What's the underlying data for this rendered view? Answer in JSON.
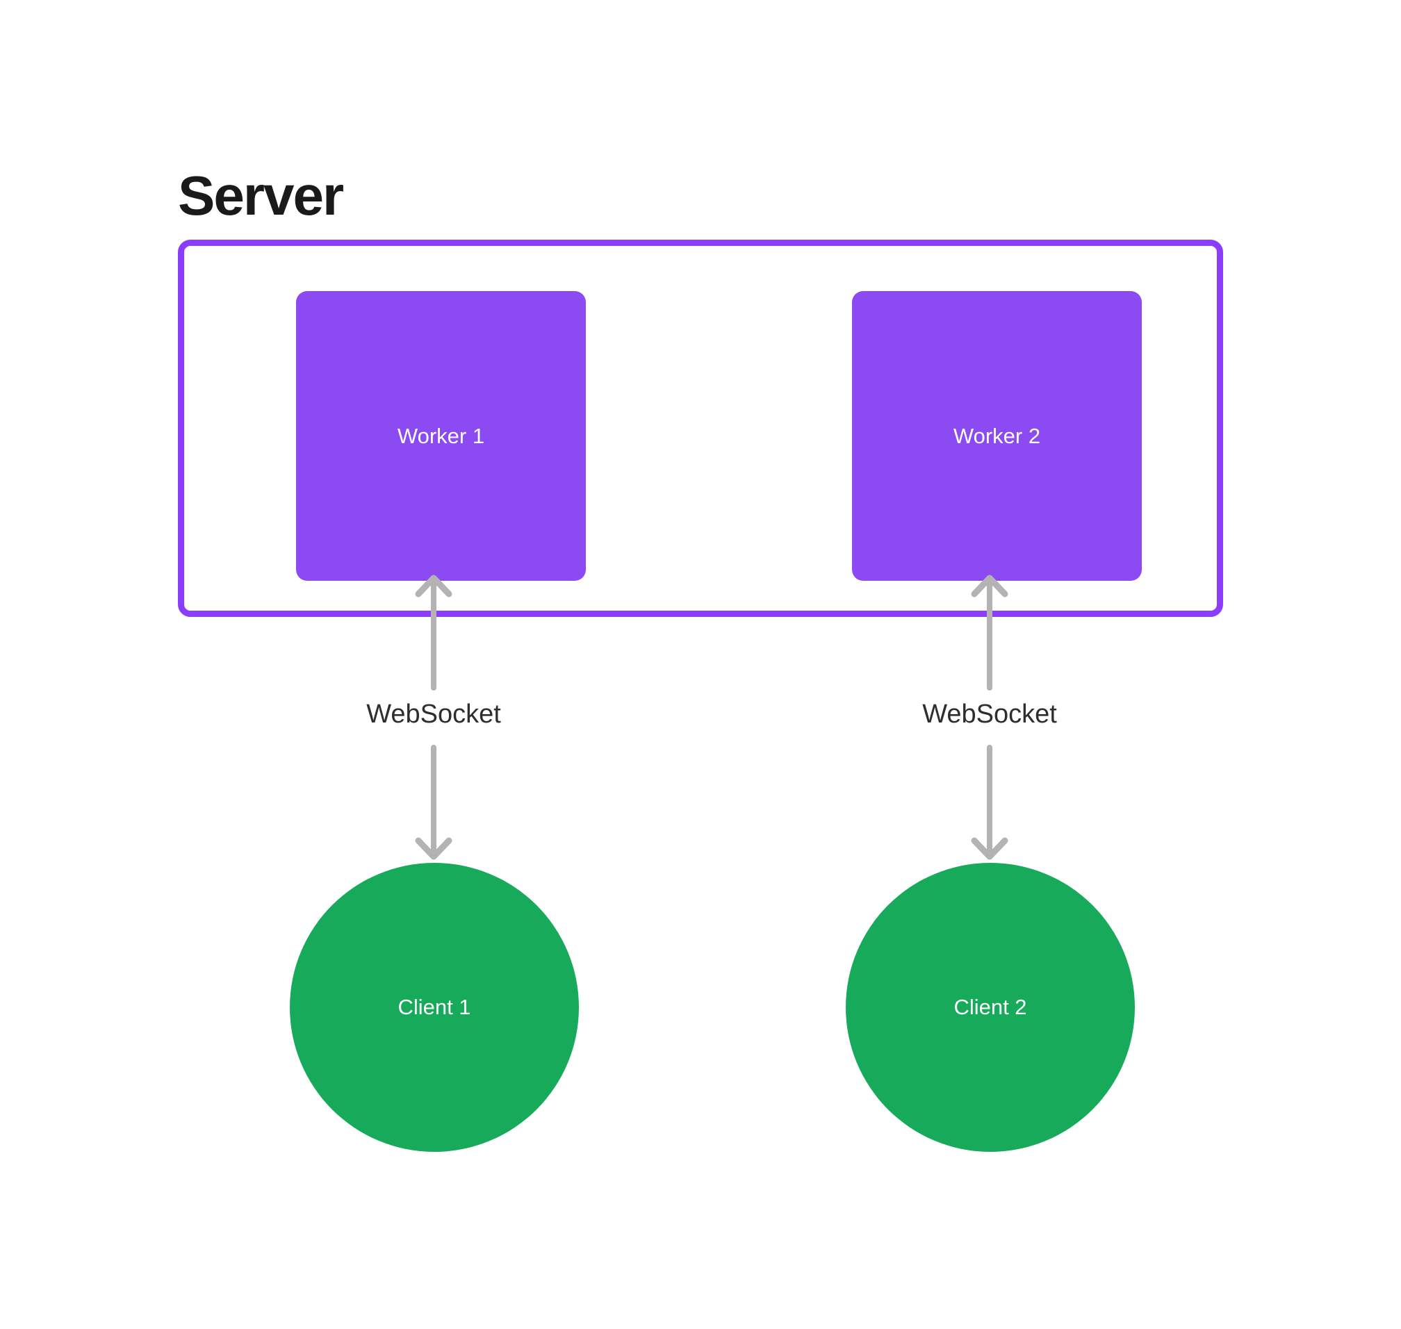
{
  "title": "Server",
  "colors": {
    "purple_fill": "#8C4BF2",
    "purple_border": "#8A3DFB",
    "green_fill": "#16AA5A",
    "arrow_gray": "#B3B3B3",
    "title_text": "#1A1A1A",
    "label_text": "#2E2E2E",
    "node_text": "#FFFFFF"
  },
  "server": {
    "label": "Server",
    "workers": [
      {
        "label": "Worker 1"
      },
      {
        "label": "Worker 2"
      }
    ]
  },
  "connections": [
    {
      "label": "WebSocket",
      "from": "Worker 1",
      "to": "Client 1",
      "direction": "bidirectional"
    },
    {
      "label": "WebSocket",
      "from": "Worker 2",
      "to": "Client 2",
      "direction": "bidirectional"
    }
  ],
  "clients": [
    {
      "label": "Client 1"
    },
    {
      "label": "Client 2"
    }
  ]
}
